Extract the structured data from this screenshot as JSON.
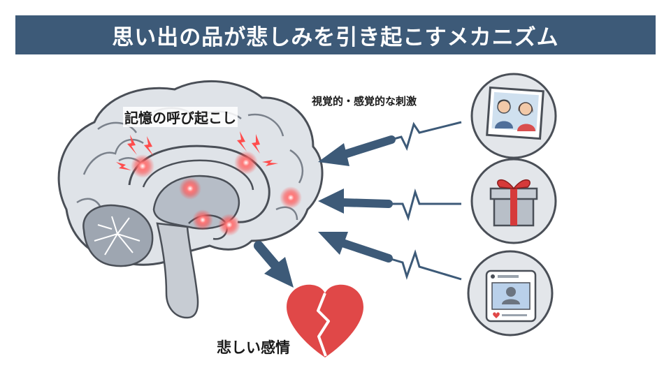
{
  "title": "思い出の品が悲しみを引き起こすメカニズム",
  "labels": {
    "memory_recall": "記憶の呼び起こし",
    "stimuli": "視覚的・感覚的な刺激",
    "sad_emotion": "悲しい感情"
  },
  "icons": {
    "photo": "couple-photo-icon",
    "gift": "gift-box-icon",
    "social": "social-profile-icon",
    "heart": "broken-heart-icon",
    "brain": "brain-illustration"
  },
  "colors": {
    "title_bg": "#3d5a78",
    "arrow": "#3d5a78",
    "glow": "#ff4d4d",
    "heart": "#e04848",
    "gift_ribbon": "#d63a3a",
    "circle_bg": "#e3e6ea"
  }
}
